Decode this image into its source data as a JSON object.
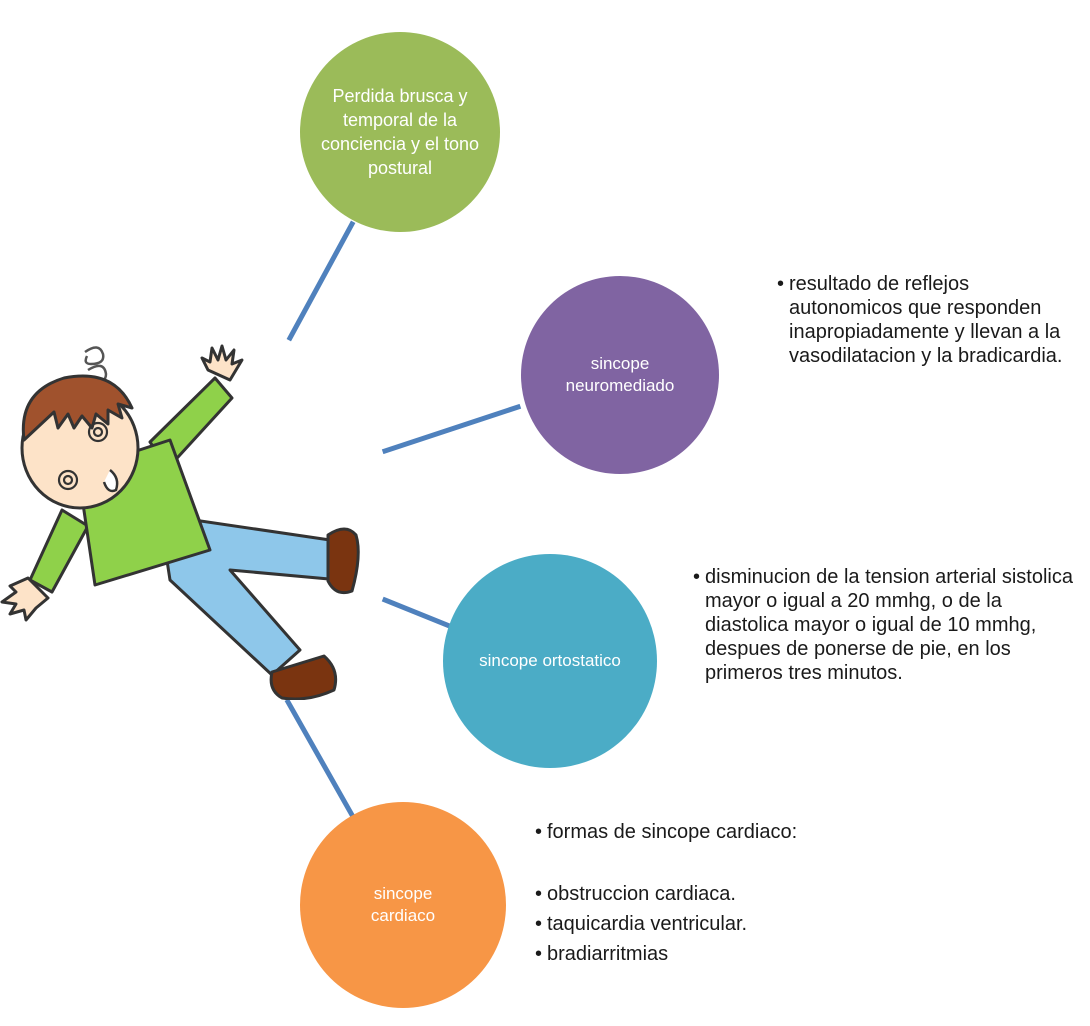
{
  "colors": {
    "connector": "#4f81bd",
    "green": "#9bbb59",
    "purple": "#8064a2",
    "teal": "#4bacc6",
    "orange": "#f79646",
    "shirt": "#8fd14a",
    "pants": "#8ec7ea",
    "hair": "#a0522d",
    "shoes": "#7a3410"
  },
  "icons": [
    "fainting-boy-illustration",
    "dizzy-spiral-icon"
  ],
  "nodes": [
    {
      "label": "Perdida brusca y temporal de la conciencia y el tono postural",
      "color": "#9bbb59"
    },
    {
      "label": "sincope neuromediado",
      "color": "#8064a2"
    },
    {
      "label": "sincope ortostatico",
      "color": "#4bacc6"
    },
    {
      "label": "sincope cardiaco",
      "color": "#f79646"
    }
  ],
  "notes": {
    "neuromediado": [
      "resultado de reflejos autonomicos que responden inapropiadamente y llevan a la vasodilatacion y la bradicardia."
    ],
    "ortostatico": [
      "disminucion de la tension arterial sistolica mayor o igual a 20 mmhg, o de la diastolica mayor o igual de 10 mmhg, despues de ponerse de pie, en los primeros tres minutos."
    ],
    "cardiaco": [
      "formas de sincope cardiaco:",
      "obstruccion cardiaca.",
      "taquicardia ventricular.",
      "bradiarritmias"
    ]
  }
}
